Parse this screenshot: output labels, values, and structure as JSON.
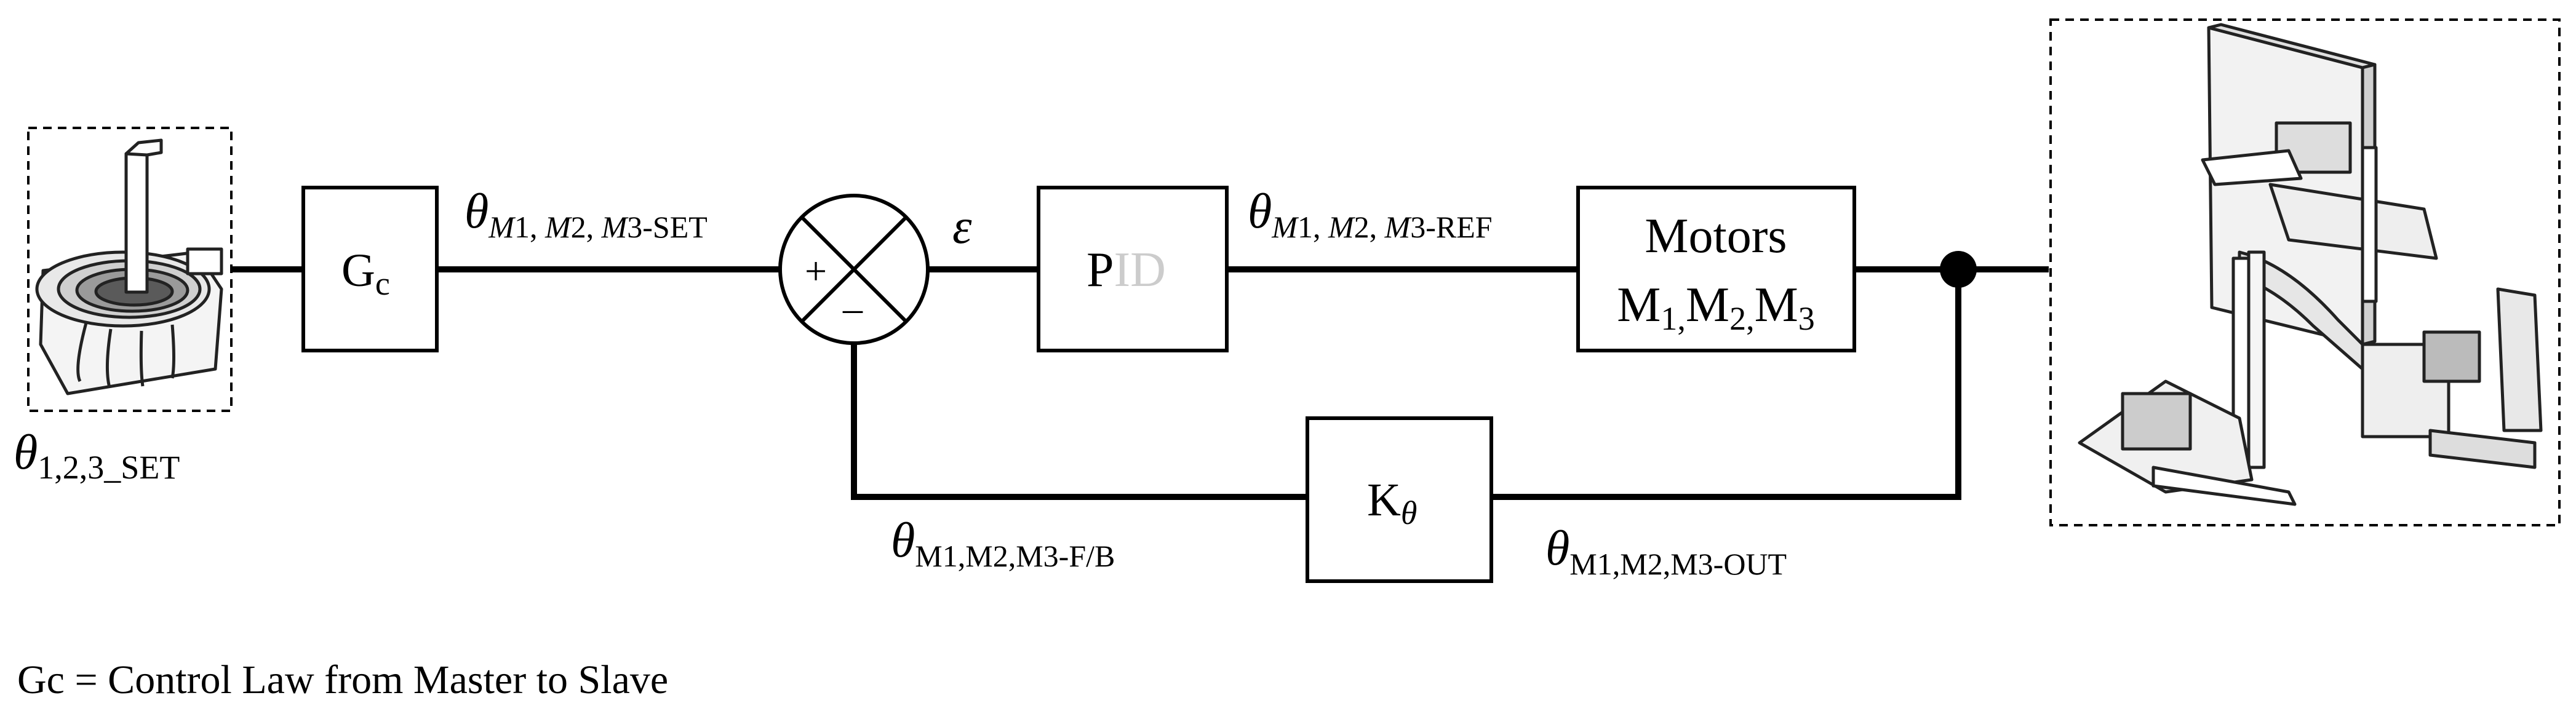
{
  "blocks": {
    "gc": {
      "main": "G",
      "sub": "c"
    },
    "pid": {
      "p": "P",
      "id": "ID"
    },
    "motors": {
      "title": "Motors",
      "m1": "M",
      "s1": "1",
      "c1": ",",
      "m2": "M",
      "s2": "2",
      "c2": ",",
      "m3": "M",
      "s3": "3"
    },
    "k": {
      "main": "K",
      "sub": "θ"
    }
  },
  "summing": {
    "plus": "+",
    "minus": "–"
  },
  "signals": {
    "input": {
      "theta": "θ",
      "sub": "1,2,3_SET"
    },
    "set": {
      "theta": "θ",
      "m1": "M",
      "t1": "1, ",
      "m2": "M",
      "t2": "2, ",
      "m3": "M",
      "t3": "3-SET"
    },
    "error": {
      "symbol": "ε"
    },
    "ref": {
      "theta": "θ",
      "m1": "M",
      "t1": "1, ",
      "m2": "M",
      "t2": "2, ",
      "m3": "M",
      "t3": "3-REF"
    },
    "feedback": {
      "theta": "θ",
      "sub": "M1,M2,M3-F/B"
    },
    "output": {
      "theta": "θ",
      "sub": "M1,M2,M3-OUT"
    }
  },
  "footnote": "Gc = Control Law from Master to Slave",
  "colors": {
    "line": "#000000",
    "pid_faded": "#cccccc"
  },
  "images": {
    "master": "master-joystick-device",
    "slave": "slave-robotic-mechanism"
  }
}
